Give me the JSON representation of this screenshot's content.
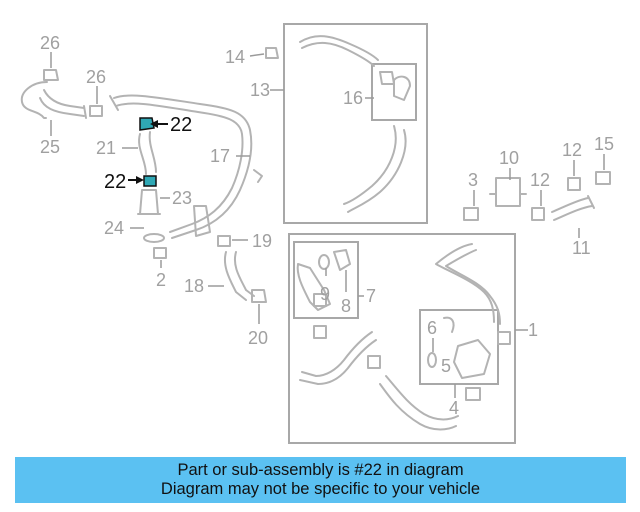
{
  "callouts": {
    "c26a": "26",
    "c26b": "26",
    "c25": "25",
    "c22a": "22",
    "c22b": "22",
    "c21": "21",
    "c23": "23",
    "c24": "24",
    "c2": "2",
    "c17": "17",
    "c19": "19",
    "c18": "18",
    "c20": "20",
    "c14": "14",
    "c13": "13",
    "c16": "16",
    "c10": "10",
    "c3": "3",
    "c12a": "12",
    "c12b": "12",
    "c15": "15",
    "c11": "11",
    "c9": "9",
    "c8": "8",
    "c7": "7",
    "c1": "1",
    "c6": "6",
    "c5": "5",
    "c4": "4"
  },
  "banner": {
    "line1": "Part or sub-assembly is #22 in diagram",
    "line2": "Diagram may not be specific to your vehicle"
  },
  "colors": {
    "highlight": "#2fa8b5",
    "banner": "#5bc1f2",
    "part_lines": "#b3b3b3"
  }
}
